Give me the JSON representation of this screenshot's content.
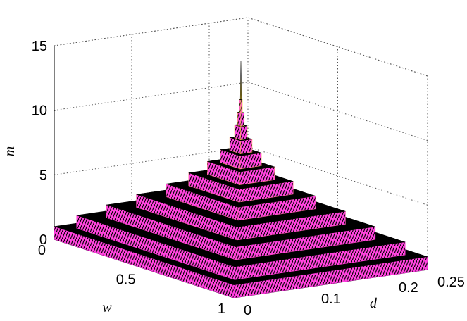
{
  "chart_data": {
    "type": "surface3d",
    "title": "",
    "xlabel": "w",
    "ylabel": "d",
    "zlabel": "m",
    "xlim": [
      0,
      1
    ],
    "ylim": [
      0,
      0.25
    ],
    "zlim": [
      0,
      15
    ],
    "x_ticks": [
      "0",
      "0.5",
      "1"
    ],
    "y_ticks": [
      "0",
      "0.1",
      "0.2",
      "0.25"
    ],
    "z_ticks": [
      "0",
      "5",
      "10",
      "15"
    ],
    "grid": true,
    "colormap": "spring",
    "terraces": [
      {
        "level": 1,
        "half_width": 0.5
      },
      {
        "level": 2,
        "half_width": 0.44
      },
      {
        "level": 3,
        "half_width": 0.36
      },
      {
        "level": 4,
        "half_width": 0.28
      },
      {
        "level": 5,
        "half_width": 0.2
      },
      {
        "level": 6,
        "half_width": 0.14
      },
      {
        "level": 7,
        "half_width": 0.09
      },
      {
        "level": 8,
        "half_width": 0.055
      },
      {
        "level": 9,
        "half_width": 0.03
      },
      {
        "level": 10,
        "half_width": 0.017
      },
      {
        "level": 11,
        "half_width": 0.009
      },
      {
        "level": 12,
        "half_width": 0.004
      }
    ],
    "peak": {
      "w": 0.5,
      "d": 0.125,
      "m": 15
    }
  }
}
